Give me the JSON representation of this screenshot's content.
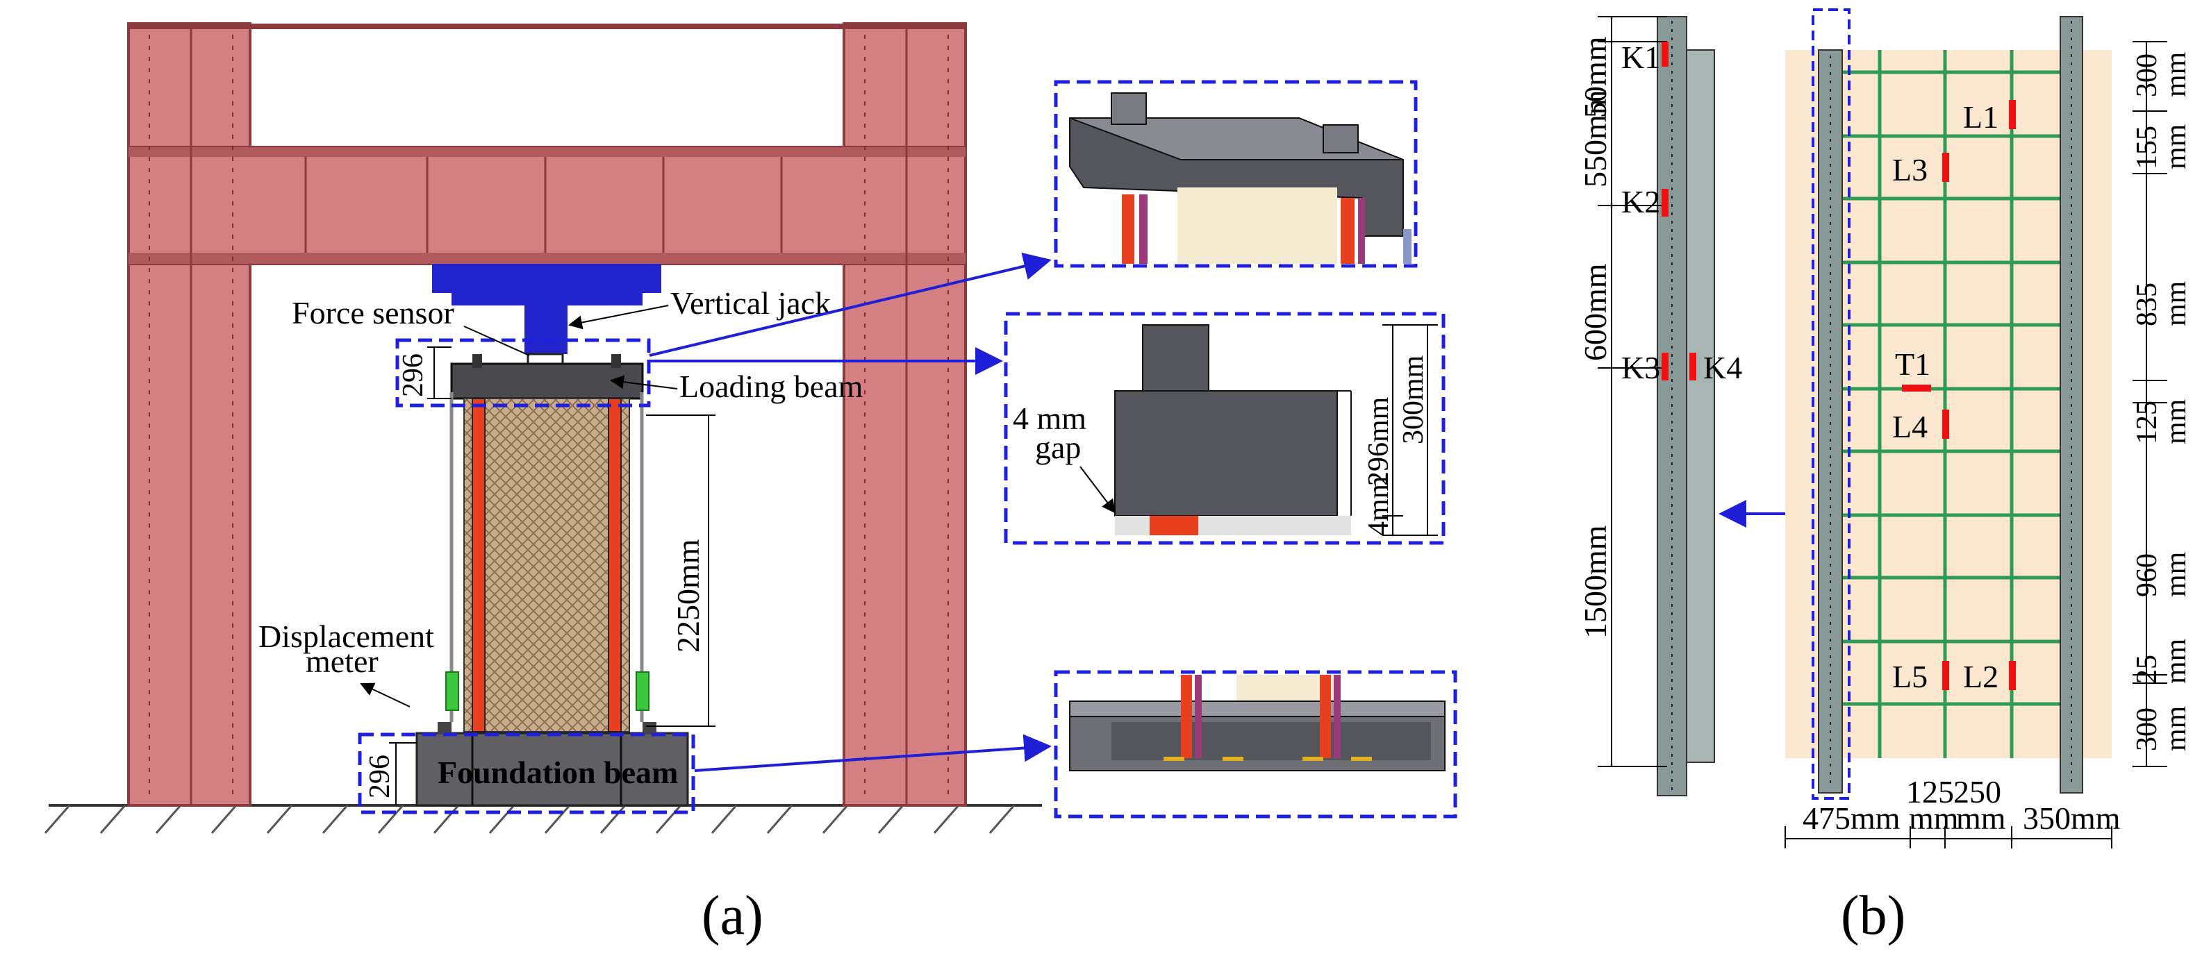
{
  "panel_a": {
    "panel_label": "(a)",
    "labels": {
      "force_sensor": "Force sensor",
      "vertical_jack": "Vertical jack",
      "loading_beam": "Loading beam",
      "displacement_meter_line1": "Displacement",
      "displacement_meter_line2": "meter",
      "foundation_beam": "Foundation beam",
      "top_dim": "296",
      "bottom_dim": "296",
      "height_dim": "2250mm",
      "detail_dim_296": "296mm",
      "detail_dim_300": "300mm",
      "detail_dim_4": "4mm",
      "gap_line1": "4 mm",
      "gap_line2": "gap"
    }
  },
  "panel_b": {
    "panel_label": "(b)",
    "gauges_k": [
      "K1",
      "K2",
      "K3",
      "K4"
    ],
    "gauges_l": [
      "L1",
      "L3",
      "T1",
      "L4",
      "L5",
      "L2"
    ],
    "left_dims": [
      "50mm",
      "550mm",
      "600mm",
      "1500mm"
    ],
    "right_dims": [
      {
        "value": "300",
        "unit": "mm"
      },
      {
        "value": "155",
        "unit": "mm"
      },
      {
        "value": "835",
        "unit": "mm"
      },
      {
        "value": "125",
        "unit": "mm"
      },
      {
        "value": "960",
        "unit": "mm"
      },
      {
        "value": "25",
        "unit": "mm"
      },
      {
        "value": "300",
        "unit": "mm"
      }
    ],
    "bottom_dims": {
      "d475": "475mm",
      "d125_value": "125",
      "d125_unit": "mm",
      "d250_value": "250",
      "d250_unit": "mm",
      "d350": "350mm"
    }
  },
  "colors": {
    "frame_fill": "#d47f82",
    "frame_stroke": "#8b3a3e",
    "jack_blue": "#2323cc",
    "dash_blue": "#1f1fe0",
    "arrow_blue": "#1f1fd8",
    "steel_gray": "#6b6b70",
    "column_red": "#e8401f",
    "wall_fill": "#fbe6cf",
    "grid_green": "#2e9a55",
    "gauge_red": "#ee1111",
    "meter_green": "#3cc83c"
  }
}
